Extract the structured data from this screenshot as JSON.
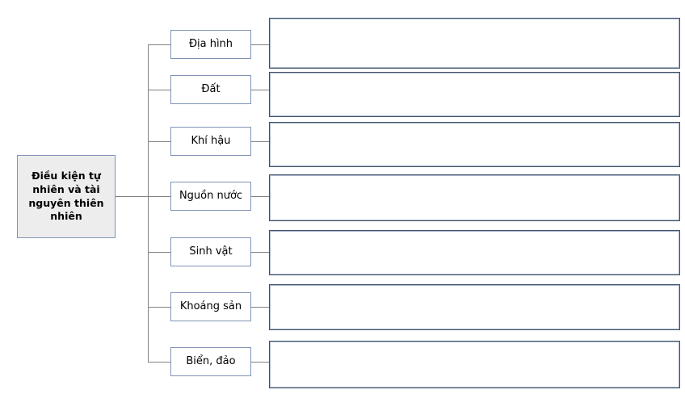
{
  "diagram": {
    "type": "tree-mindmap",
    "root": {
      "label": "Điều kiện tự nhiên và tài nguyên thiên nhiên"
    },
    "branches": [
      {
        "label": "Địa hình",
        "content": ""
      },
      {
        "label": "Đất",
        "content": ""
      },
      {
        "label": "Khí hậu",
        "content": ""
      },
      {
        "label": "Nguồn nước",
        "content": ""
      },
      {
        "label": "Sinh vật",
        "content": ""
      },
      {
        "label": "Khoáng sản",
        "content": ""
      },
      {
        "label": "Biển, đảo",
        "content": ""
      }
    ],
    "colors": {
      "root_fill": "#ededed",
      "box_border": "#7f94b5",
      "content_border": "#415068",
      "content_border_inner": "#a9b6cb",
      "connector": "#808080",
      "background": "#ffffff",
      "text": "#000000"
    }
  }
}
